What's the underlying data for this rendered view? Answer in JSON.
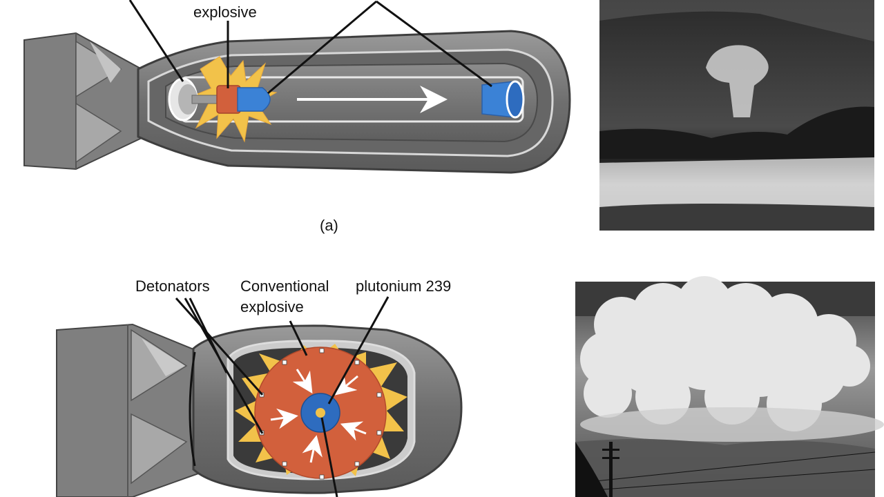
{
  "diagram_a": {
    "top_label": "explosive",
    "caption": "(a)"
  },
  "diagram_b": {
    "label_detonators": "Detonators",
    "label_conventional": "Conventional",
    "label_explosive": "explosive",
    "label_plutonium": "plutonium 239"
  },
  "photos": {
    "photo_a": "mushroom-cloud-photo",
    "photo_b": "mushroom-cloud-photo"
  },
  "colors": {
    "casing": "#7a7a7a",
    "casing_dark": "#555555",
    "inner": "#3a3a3a",
    "blue": "#3b82d6",
    "orange": "#d2603c",
    "yellow": "#f2c24a"
  }
}
